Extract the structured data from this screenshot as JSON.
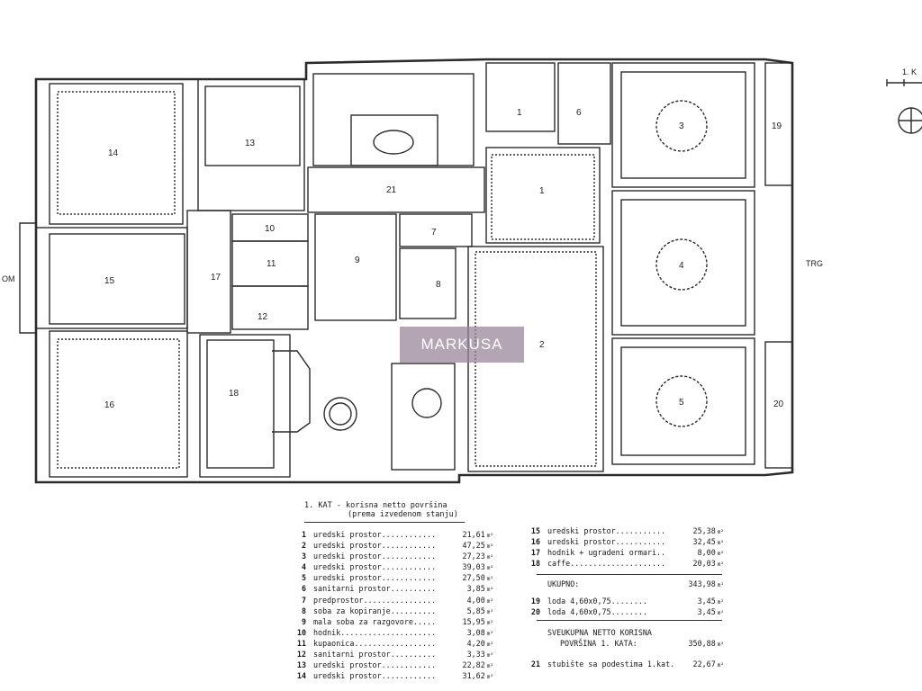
{
  "plan": {
    "rooms": [
      {
        "id": "1",
        "label": "1"
      },
      {
        "id": "2",
        "label": "2"
      },
      {
        "id": "3",
        "label": "3"
      },
      {
        "id": "4",
        "label": "4"
      },
      {
        "id": "5",
        "label": "5"
      },
      {
        "id": "6",
        "label": "6"
      },
      {
        "id": "7",
        "label": "7"
      },
      {
        "id": "8",
        "label": "8"
      },
      {
        "id": "9",
        "label": "9"
      },
      {
        "id": "10",
        "label": "10"
      },
      {
        "id": "11",
        "label": "11"
      },
      {
        "id": "12",
        "label": "12"
      },
      {
        "id": "13",
        "label": "13"
      },
      {
        "id": "14",
        "label": "14"
      },
      {
        "id": "15",
        "label": "15"
      },
      {
        "id": "16",
        "label": "16"
      },
      {
        "id": "17",
        "label": "17"
      },
      {
        "id": "18",
        "label": "18"
      },
      {
        "id": "19",
        "label": "19"
      },
      {
        "id": "20",
        "label": "20"
      },
      {
        "id": "21",
        "label": "21"
      },
      {
        "id": "19b",
        "label": "1"
      }
    ],
    "street_label": "TRG",
    "left_edge_label": "OM",
    "scale_label": "1. K"
  },
  "watermark": "MARKUSA",
  "legend": {
    "title": "1. KAT - korisna netto površina",
    "subtitle": "(prema izvedenom stanju)",
    "unit": "m²",
    "left_rows": [
      {
        "n": "1",
        "desc": "uredski prostor............",
        "val": "21,61"
      },
      {
        "n": "2",
        "desc": "uredski prostor............",
        "val": "47,25"
      },
      {
        "n": "3",
        "desc": "uredski prostor............",
        "val": "27,23"
      },
      {
        "n": "4",
        "desc": "uredski prostor............",
        "val": "39,03"
      },
      {
        "n": "5",
        "desc": "uredski prostor............",
        "val": "27,50"
      },
      {
        "n": "6",
        "desc": "sanitarni prostor..........",
        "val": "3,85"
      },
      {
        "n": "7",
        "desc": "predprostor................",
        "val": "4,00"
      },
      {
        "n": "8",
        "desc": "soba za kopiranje..........",
        "val": "5,85"
      },
      {
        "n": "9",
        "desc": "mala soba za razgovore.....",
        "val": "15,95"
      },
      {
        "n": "10",
        "desc": "hodnik.....................",
        "val": "3,08"
      },
      {
        "n": "11",
        "desc": "kupaonica..................",
        "val": "4,20"
      },
      {
        "n": "12",
        "desc": "sanitarni prostor..........",
        "val": "3,33"
      },
      {
        "n": "13",
        "desc": "uredski prostor............",
        "val": "22,82"
      },
      {
        "n": "14",
        "desc": "uredski prostor............",
        "val": "31,62"
      }
    ],
    "right_rows": [
      {
        "n": "15",
        "desc": "uredski prostor...........",
        "val": "25,38"
      },
      {
        "n": "16",
        "desc": "uredski prostor...........",
        "val": "32,45"
      },
      {
        "n": "17",
        "desc": "hodnik + ugradeni ormari..",
        "val": "8,00"
      },
      {
        "n": "18",
        "desc": "caffe.....................",
        "val": "20,03"
      }
    ],
    "total_label": "UKUPNO:",
    "total_value": "343,98",
    "loggia_rows": [
      {
        "n": "19",
        "desc": "loda  4,60x0,75........",
        "val": "3,45"
      },
      {
        "n": "20",
        "desc": "loda  4,60x0,75........",
        "val": "3,45"
      }
    ],
    "grand_label_1": "SVEUKUPNA NETTO KORISNA",
    "grand_label_2": "POVRŠINA 1. KATA:",
    "grand_value": "350,88",
    "stair": {
      "n": "21",
      "desc": "stubište sa podestima 1.kat..",
      "val": "22,67"
    }
  }
}
